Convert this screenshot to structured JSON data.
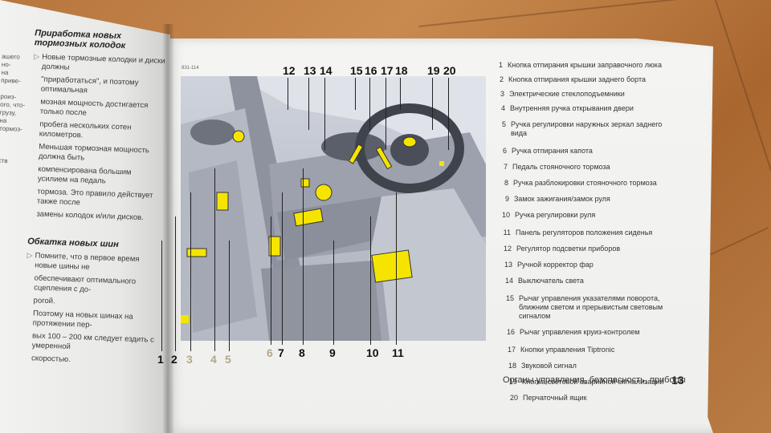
{
  "left_page": {
    "heading1": "Приработка новых тормозных колодок",
    "para1": [
      "Новые тормозные колодки и диски должны",
      "\"приработаться\", и поэтому оптимальная",
      "мозная мощность достигается только после",
      "пробега нескольких сотен километров.",
      "Меньшая тормозная мощность должна быть",
      "компенсирована большим усилием на педаль",
      "тормоза. Это правило действует также после",
      "замены колодок и/или дисков."
    ],
    "heading2": "Обкатка новых шин",
    "para2": [
      "Помните, что в первое время новые шины не",
      "обеспечивают оптимального сцепления с до-",
      "рогой.",
      "Поэтому на новых шинах на протяжении пер-",
      "вых 100 – 200 км следует ездить с умеренной",
      "скоростью."
    ],
    "margin_text": [
      "ашего но-",
      "на приве-",
      "",
      "роиз-",
      "ого, что-",
      "грузу,",
      "на тормоз-",
      "",
      "",
      "",
      "ств"
    ]
  },
  "figure": {
    "ref": "831-114",
    "top_numbers": [
      "12",
      "13",
      "14",
      "15",
      "16",
      "17",
      "18",
      "19",
      "20"
    ],
    "bottom_numbers": [
      {
        "n": "1",
        "dim": false
      },
      {
        "n": "2",
        "dim": false
      },
      {
        "n": "3",
        "dim": true
      },
      {
        "n": "4",
        "dim": true
      },
      {
        "n": "5",
        "dim": true
      },
      {
        "n": "6",
        "dim": true
      },
      {
        "n": "7",
        "dim": false
      },
      {
        "n": "8",
        "dim": false
      },
      {
        "n": "9",
        "dim": false
      },
      {
        "n": "10",
        "dim": false
      },
      {
        "n": "11",
        "dim": false
      }
    ]
  },
  "legend": [
    {
      "n": "1",
      "text": "Кнопка отпирания крышки заправочного люка"
    },
    {
      "n": "2",
      "text": "Кнопка отпирания крышки заднего борта"
    },
    {
      "n": "3",
      "text": "Электрические стеклоподъемники"
    },
    {
      "n": "4",
      "text": "Внутренняя ручка открывания двери"
    },
    {
      "n": "5",
      "text": "Ручка регулировки наружных зеркал заднего вида"
    },
    {
      "n": "6",
      "text": "Ручка отпирания капота"
    },
    {
      "n": "7",
      "text": "Педаль стояночного тормоза"
    },
    {
      "n": "8",
      "text": "Ручка разблокировки стояночного тормоза"
    },
    {
      "n": "9",
      "text": "Замок зажигания/замок руля"
    },
    {
      "n": "10",
      "text": "Ручка регулировки руля"
    },
    {
      "n": "11",
      "text": "Панель регуляторов положения сиденья"
    },
    {
      "n": "12",
      "text": "Регулятор подсветки приборов"
    },
    {
      "n": "13",
      "text": "Ручной корректор фар"
    },
    {
      "n": "14",
      "text": "Выключатель света"
    },
    {
      "n": "15",
      "text": "Рычаг управления указателями поворота, ближним светом и прерывистым световым сигналом"
    },
    {
      "n": "16",
      "text": "Рычаг управления круиз-контролем"
    },
    {
      "n": "17",
      "text": "Кнопки управления Tiptronic"
    },
    {
      "n": "18",
      "text": "Звуковой сигнал"
    },
    {
      "n": "19",
      "text": "Кнопка световой аварийной сигнализации"
    },
    {
      "n": "20",
      "text": "Перчаточный ящик"
    }
  ],
  "footer": {
    "section": "Органы управления, безопасность, приборы",
    "page": "13"
  },
  "colors": {
    "highlight": "#f5e400",
    "paper": "#f2f2f0",
    "table": "#b6763e"
  }
}
